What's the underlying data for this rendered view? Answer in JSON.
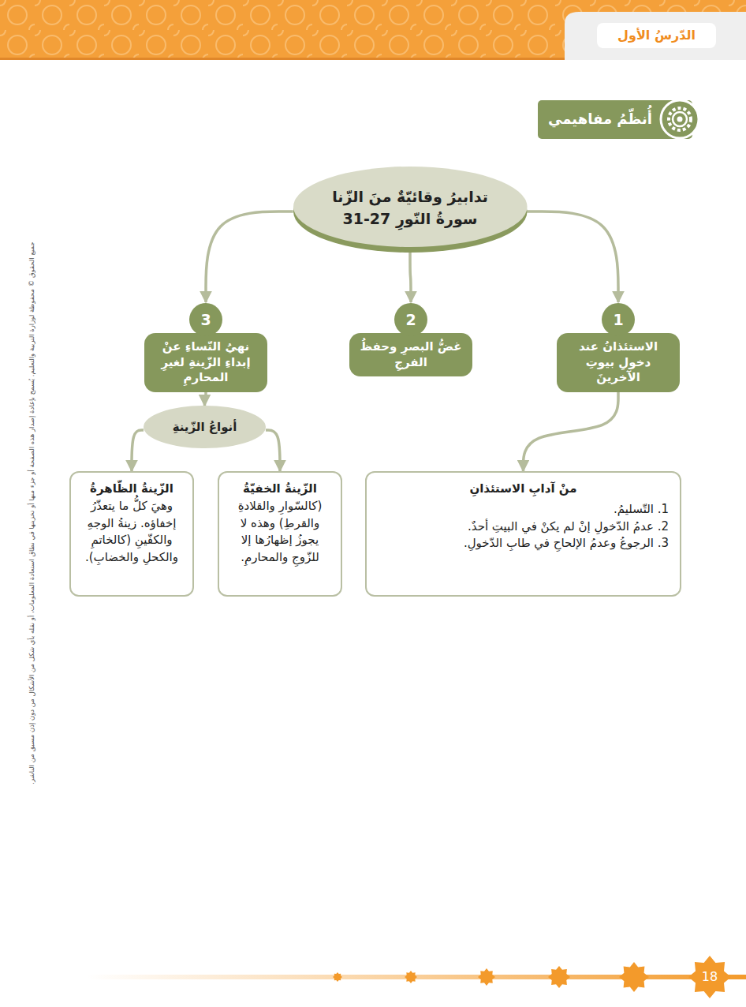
{
  "diagram": {
    "title": "أُنظّمُ مفاهيمي",
    "nodes": [
      {
        "text": [
          "تدابيرُ وقائيّةٌ منَ الزّنا",
          "سورةُ النّورِ 27-31"
        ]
      },
      {
        "text": [
          "الاستئذانُ عند دخولِ بيوتِ الآخرينَ"
        ]
      },
      {
        "text": [
          "1"
        ],
        "in": 1
      },
      {
        "text": [
          "غضُّ البصرِ وحفظُ الفرجِ"
        ]
      },
      {
        "text": [
          "2"
        ],
        "in": 3
      },
      {
        "text": [
          "نهيُ النّساءِ عنْ إبداءِ الزّينةِ لغيرِ المحارمِ"
        ]
      },
      {
        "text": [
          "3"
        ],
        "in": 5
      },
      {
        "text": [
          "منْ آدابِ الاستئذانِ",
          "1. التّسليمُ.",
          "2. عدمُ الدّخولِ إنْ لم يكنْ في البيتِ أحدٌ.",
          "3. الرجوعُ وعدمُ الإلحاحِ في طابِ الدّخولِ."
        ]
      },
      {
        "text": [
          "أنواعُ الزّينةِ"
        ]
      },
      {
        "text": [
          "الزّينةُ الخفيّةُ",
          "(كالسّوارِ والقلادةِ والقرطِ) وهذه لا يجوزُ إظهارُها إلا للزّوجِ والمحارمِ."
        ]
      },
      {
        "text": [
          "الزّينةُ الظّاهرةُ",
          "وهيَ كلُّ ما يتعذّرُ إخفاؤه. زينةُ الوجهِ والكفّينِ (كالخاتمِ والكحلِ والخضابِ)."
        ]
      }
    ],
    "edges": [
      {
        "from": 0,
        "to": 2,
        "arrow": "to"
      },
      {
        "from": 0,
        "to": 4,
        "arrow": "to"
      },
      {
        "from": 0,
        "to": 6,
        "arrow": "to"
      },
      {
        "from": 1,
        "to": 7,
        "arrow": "to"
      },
      {
        "from": 5,
        "to": 8,
        "arrow": "to"
      },
      {
        "from": 8,
        "to": 9,
        "arrow": "to"
      },
      {
        "from": 8,
        "to": 10,
        "arrow": "to"
      }
    ],
    "labels": [
      "الدّرسُ الأول",
      "18",
      "جميع الحقوق © محفوظة لوزارة التربية والتعليم. يُسمح بإعادة إصدار هذه الصفحة أو جزء منها أو تخزينها في نطاق استعادة المعلومات، أو نقله بأي شكل من الأشكال من دون إذن مسبق من الناشر."
    ]
  }
}
